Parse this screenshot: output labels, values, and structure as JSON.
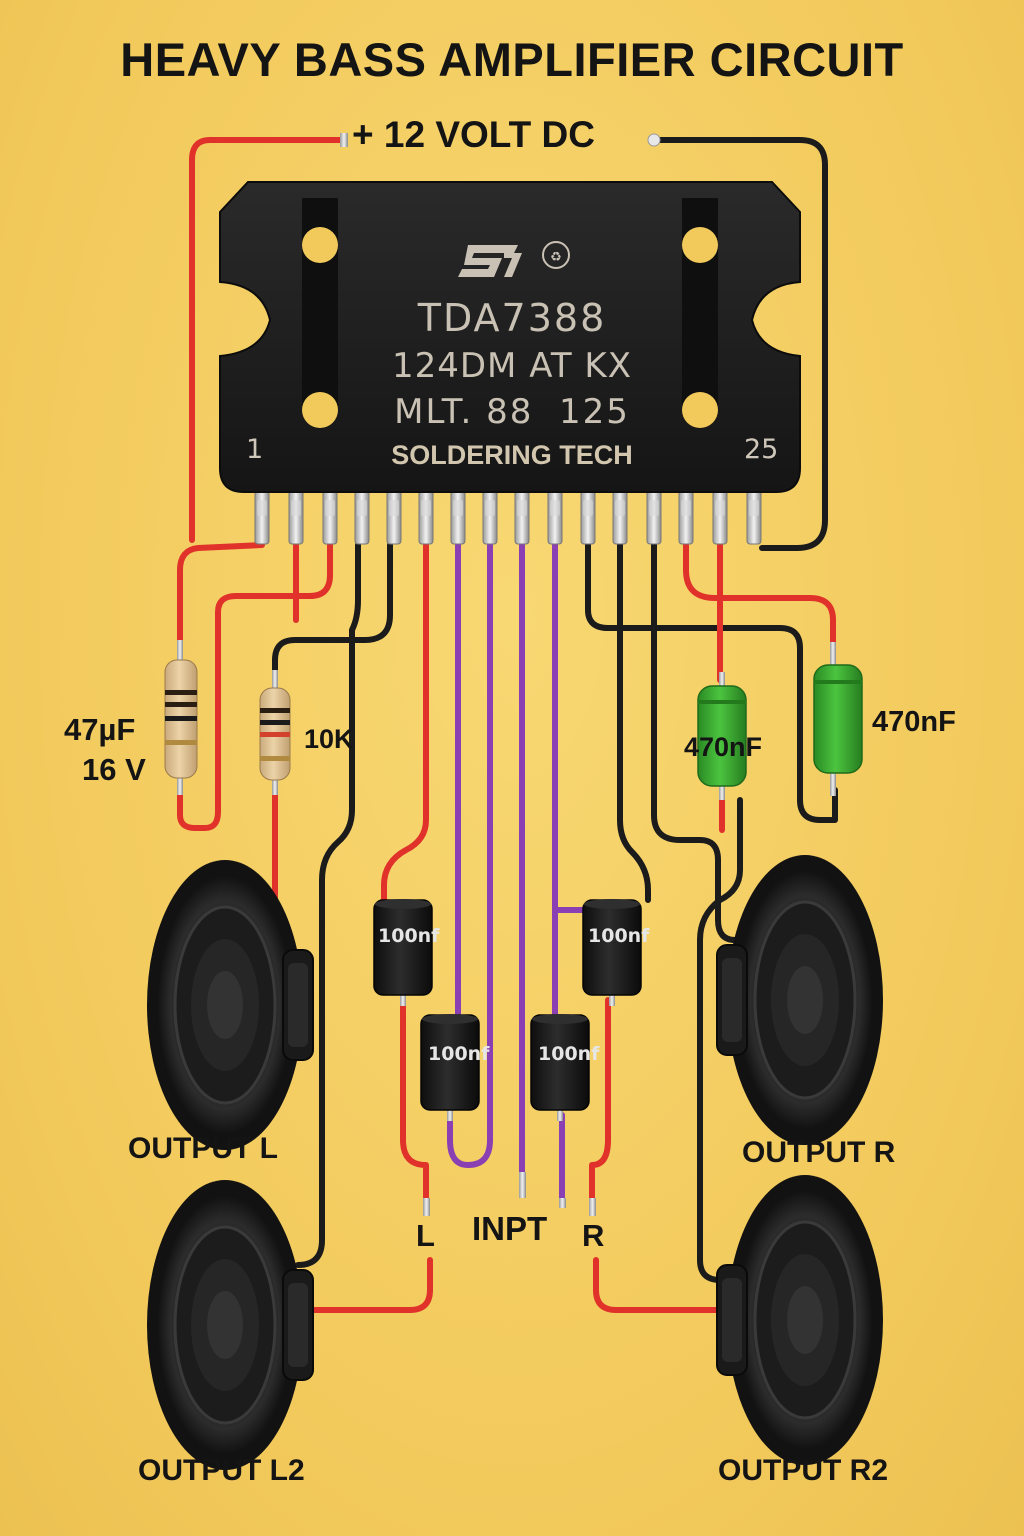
{
  "title": "HEAVY BASS AMPLIFIER CIRCUIT",
  "supply_label": "+ 12 VOLT DC",
  "chip": {
    "part_number": "TDA7388",
    "line2": "124DM AT KX",
    "line3": "MLT. 88  125",
    "brand": "SOLDERING TECH",
    "logo": "ST",
    "pin_first": "1",
    "pin_last": "25"
  },
  "components": {
    "capacitor_value": "47µF",
    "capacitor_voltage": "16 V",
    "resistor": "10K",
    "film_cap_left": "470nF",
    "film_cap_right": "470nF",
    "electrolytic_1": "100nf",
    "electrolytic_2": "100nf",
    "electrolytic_3": "100nf",
    "electrolytic_4": "100nf"
  },
  "terminals": {
    "left": "L",
    "input": "INPT",
    "right": "R"
  },
  "outputs": {
    "left": "OUTPUT L",
    "right": "OUTPUT R",
    "left2": "OUTPUT L2",
    "right2": "OUTPUT R2"
  },
  "colors": {
    "background": "#f4cf63",
    "wire_red": "#e0322a",
    "wire_black": "#1b1b1b",
    "wire_purple": "#8a3fb3",
    "chip": "#1e1e1e",
    "film_cap": "#3aa935"
  }
}
